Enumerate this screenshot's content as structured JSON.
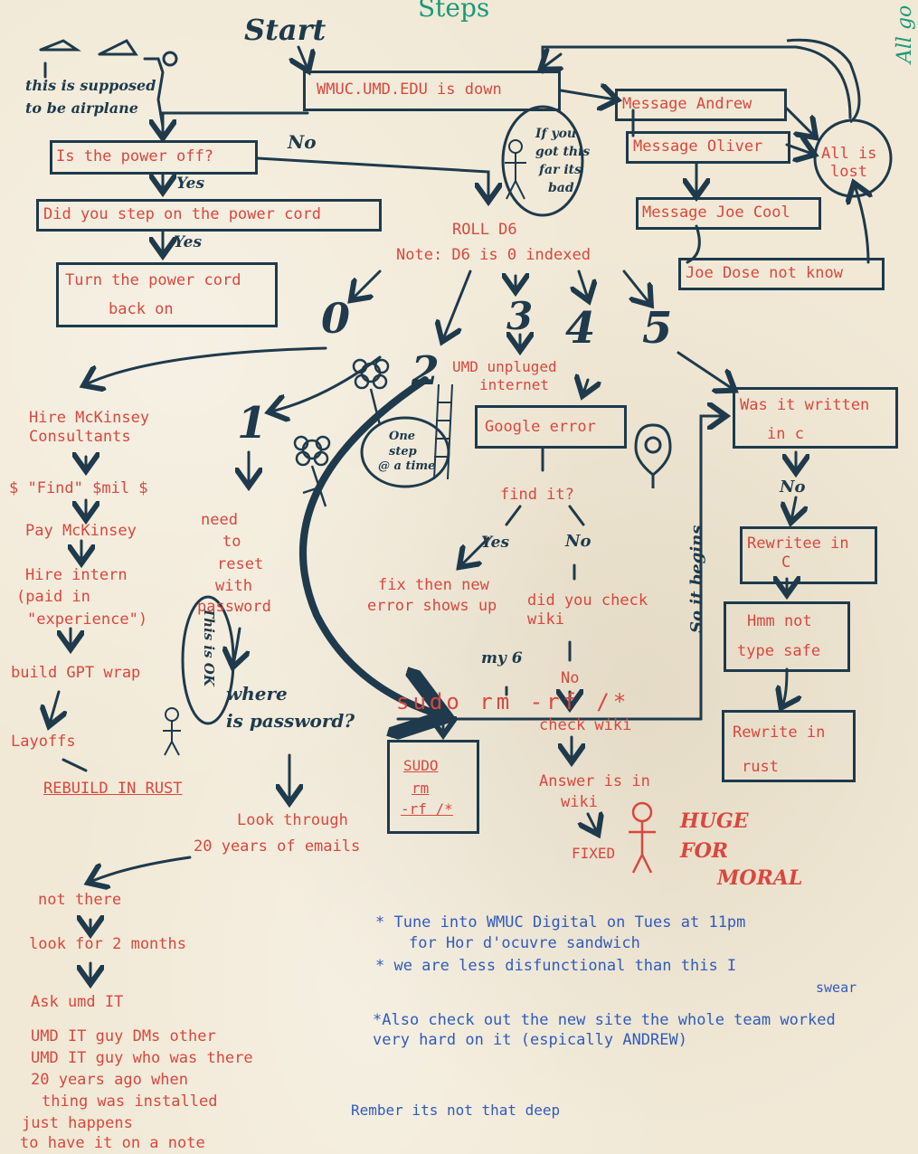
{
  "title": "Steps",
  "corner_note": "All go",
  "start_label": "Start",
  "airplane_note": [
    "this is supposed",
    "to be airplane"
  ],
  "nodes": {
    "down": "WMUC.UMD.EDU is down",
    "msg_andrew": "Message Andrew",
    "msg_oliver": "Message Oliver",
    "msg_joe": "Message Joe Cool",
    "all_lost": [
      "All is",
      "lost"
    ],
    "joe_dose": "Joe Dose not know",
    "power_off": "Is the power off?",
    "power_cord": "Did you step on the power cord",
    "turn_cord": [
      "Turn the power cord",
      "back on"
    ],
    "roll": [
      "ROLL D6",
      "Note: D6 is 0 indexed"
    ],
    "bubble": [
      "If you",
      "got this",
      "far its",
      "bad"
    ],
    "written_c": [
      "Was it written",
      "in c"
    ],
    "rewrite_c": [
      "Rewritee in",
      "C"
    ],
    "not_type_safe": [
      "Hmm not",
      "type safe"
    ],
    "rewrite_rust": [
      "Rewrite in",
      "rust"
    ],
    "google_error": "Google error",
    "unplugged": [
      "UMD unpluged",
      "internet"
    ],
    "find_it": "find it?",
    "fix_new": [
      "fix then new",
      "error shows up"
    ],
    "did_check": [
      "did you check",
      "wiki"
    ],
    "sudo_line": "sudo rm -rf /*",
    "sudo_box": [
      "SUDO",
      "rm",
      "-rf /*"
    ],
    "check_wiki": "check wiki",
    "answer_wiki": [
      "Answer is in",
      "wiki"
    ],
    "fixed": "FIXED",
    "huge": [
      "HUGE",
      "FOR",
      "MORAL"
    ],
    "one_step": [
      "One",
      "step",
      "@ a time"
    ],
    "this_is_ok": "This is OK",
    "so_begins": "So it begins"
  },
  "edge_labels": {
    "no1": "No",
    "yes1": "Yes",
    "yes2": "Yes",
    "n0": "0",
    "n1": "1",
    "n2": "2",
    "n3": "3",
    "n4": "4",
    "n5": "5",
    "yes3": "Yes",
    "no2": "No",
    "no3": "No",
    "no4": "No",
    "my6": "my 6"
  },
  "left_column": [
    "Hire McKinsey",
    "Consultants",
    "$ \"Find\" $mil $",
    "Pay McKinsey",
    "Hire intern",
    "(paid in",
    "\"experience\")",
    "build GPT wrap",
    "Layoffs",
    "REBUILD IN RUST"
  ],
  "reset_column": [
    "need",
    "to",
    "reset",
    "with",
    "password"
  ],
  "where_password": [
    "where",
    "is password?"
  ],
  "look_through": [
    "Look through",
    "20 years of emails"
  ],
  "bottom_left": [
    "not there",
    "look for 2 months",
    "Ask umd IT",
    "UMD IT guy DMs other",
    "UMD IT guy who was there",
    "20 years ago when",
    "thing was installed",
    "just happens",
    "to have it on a note"
  ],
  "footnotes": [
    "* Tune into WMUC Digital on Tues at 11pm",
    "for Hor d'ocuvre  sandwich",
    "* we are less disfunctional than this I",
    "swear",
    "*Also check out the new site the whole team worked",
    "very hard on it (espically ANDREW)",
    "Rember its not that deep"
  ],
  "colors": {
    "paper": "#f1e9d6",
    "ink": "#1e3a4c",
    "red": "#d9473e",
    "blue": "#2f5bbd",
    "teal": "#1a9a7a"
  }
}
